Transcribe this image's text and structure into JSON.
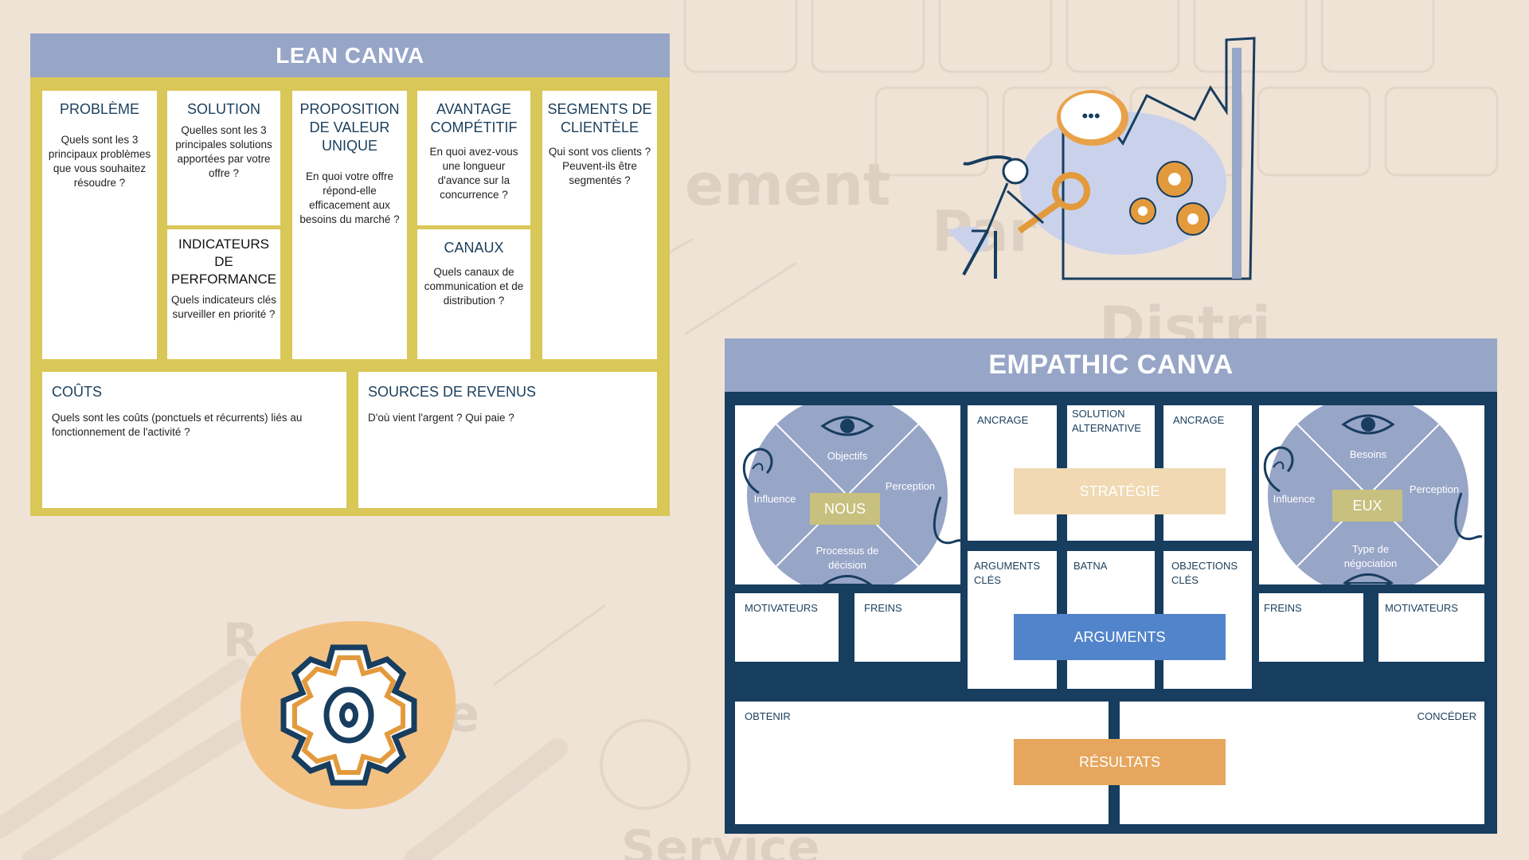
{
  "lean": {
    "title": "LEAN CANVA",
    "cells": {
      "probleme": {
        "title": "PROBLÈME",
        "desc": "Quels sont les 3 principaux problèmes que vous souhaitez résoudre ?"
      },
      "solution": {
        "title": "SOLUTION",
        "desc": "Quelles sont les 3 principales solutions apportées par votre offre ?"
      },
      "indicateurs": {
        "title": "INDICATEURS DE PERFORMANCE",
        "desc": "Quels indicateurs clés surveiller en priorité ?"
      },
      "proposition": {
        "title": "PROPOSITION DE VALEUR UNIQUE",
        "desc": "En quoi votre offre répond-elle efficacement aux besoins du marché ?"
      },
      "avantage": {
        "title": "AVANTAGE COMPÉTITIF",
        "desc": "En quoi avez-vous une longueur d'avance sur la concurrence ?"
      },
      "canaux": {
        "title": "CANAUX",
        "desc": "Quels canaux de communication et de distribution ?"
      },
      "segments": {
        "title": "SEGMENTS DE CLIENTÈLE",
        "desc": "Qui sont vos clients ? Peuvent-ils être segmentés ?"
      },
      "couts": {
        "title": "COÛTS",
        "desc": "Quels sont les coûts (ponctuels et récurrents) liés au fonctionnement de l'activité ?"
      },
      "revenus": {
        "title": "SOURCES DE REVENUS",
        "desc": "D'où vient l'argent ? Qui paie ?"
      }
    }
  },
  "empathic": {
    "title": "EMPATHIC CANVA",
    "nous": {
      "center": "NOUS",
      "top": "Objectifs",
      "left": "Influence",
      "right": "Perception",
      "bottom": "Processus de décision"
    },
    "eux": {
      "center": "EUX",
      "top": "Besoins",
      "left": "Influence",
      "right": "Perception",
      "bottom": "Type de négociation"
    },
    "labels": {
      "ancrage_left": "ANCRAGE",
      "solution_alt": "SOLUTION ALTERNATIVE",
      "ancrage_right": "ANCRAGE",
      "arguments_cles": "ARGUMENTS CLÉS",
      "batna": "BATNA",
      "objections_cles": "OBJECTIONS CLÉS",
      "motivateurs_left": "MOTIVATEURS",
      "freins_left": "FREINS",
      "freins_right": "FREINS",
      "motivateurs_right": "MOTIVATEURS",
      "obtenir": "OBTENIR",
      "conceder": "CONCÉDER"
    },
    "bands": {
      "strategie": "STRATÉGIE",
      "arguments": "ARGUMENTS",
      "resultats": "RÉSULTATS"
    }
  },
  "colors": {
    "lean_border": "#d9c758",
    "header": "#97a5c7",
    "empathic_frame": "#173d5f",
    "strategie_band": "#f0d9b3",
    "arguments_band": "#5284cb",
    "resultats_band": "#e6a65d",
    "circle": "#97a5c7"
  },
  "illustrations": [
    "person-magnifier-factory-illustration",
    "gear-badge-illustration"
  ]
}
